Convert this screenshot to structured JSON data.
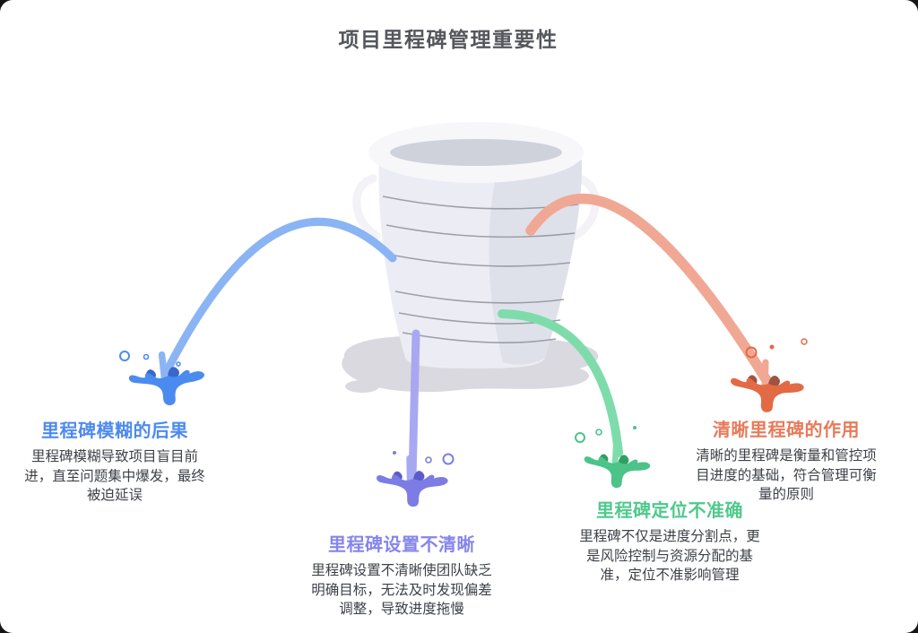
{
  "title": "项目里程碑管理重要性",
  "colors": {
    "title_text": "#55575D",
    "body_text": "#3D4148",
    "blue_title": "#4D8AF0",
    "blue_arc": "#8AB4F4",
    "blue_main": "#4B8BEF",
    "blue_dark": "#3A67CE",
    "purple_title": "#8585EC",
    "purple_arc": "#A8A8F2",
    "purple_main": "#7C7CE4",
    "purple_dark": "#5B5BCB",
    "green_title": "#4FC98C",
    "green_arc": "#7EDCAB",
    "green_main": "#4CC389",
    "green_dark": "#2F9F66",
    "red_title": "#E87A5A",
    "red_arc": "#F0A894",
    "red_main": "#E26B45",
    "red_dark": "#9F5340",
    "bucket_body": "#ECEDF4",
    "bucket_shade": "#DFE1EA",
    "bucket_rim": "#F7F7FA",
    "bucket_water": "#CFD2DB",
    "bucket_handle": "#F2F2F7",
    "bucket_rib": "#8F929C",
    "puddle": "#D9D9DF"
  },
  "sections": [
    {
      "id": "blue",
      "title": "里程碑模糊的后果",
      "body": "里程碑模糊导致项目盲目前进，直至问题集中爆发，最终被迫延误"
    },
    {
      "id": "purple",
      "title": "里程碑设置不清晰",
      "body": "里程碑设置不清晰使团队缺乏明确目标，无法及时发现偏差调整，导致进度拖慢"
    },
    {
      "id": "green",
      "title": "里程碑定位不准确",
      "body": "里程碑不仅是进度分割点，更是风险控制与资源分配的基准，定位不准影响管理"
    },
    {
      "id": "red",
      "title": "清晰里程碑的作用",
      "body": "清晰的里程碑是衡量和管控项目进度的基础，符合管理可衡量的原则"
    }
  ]
}
